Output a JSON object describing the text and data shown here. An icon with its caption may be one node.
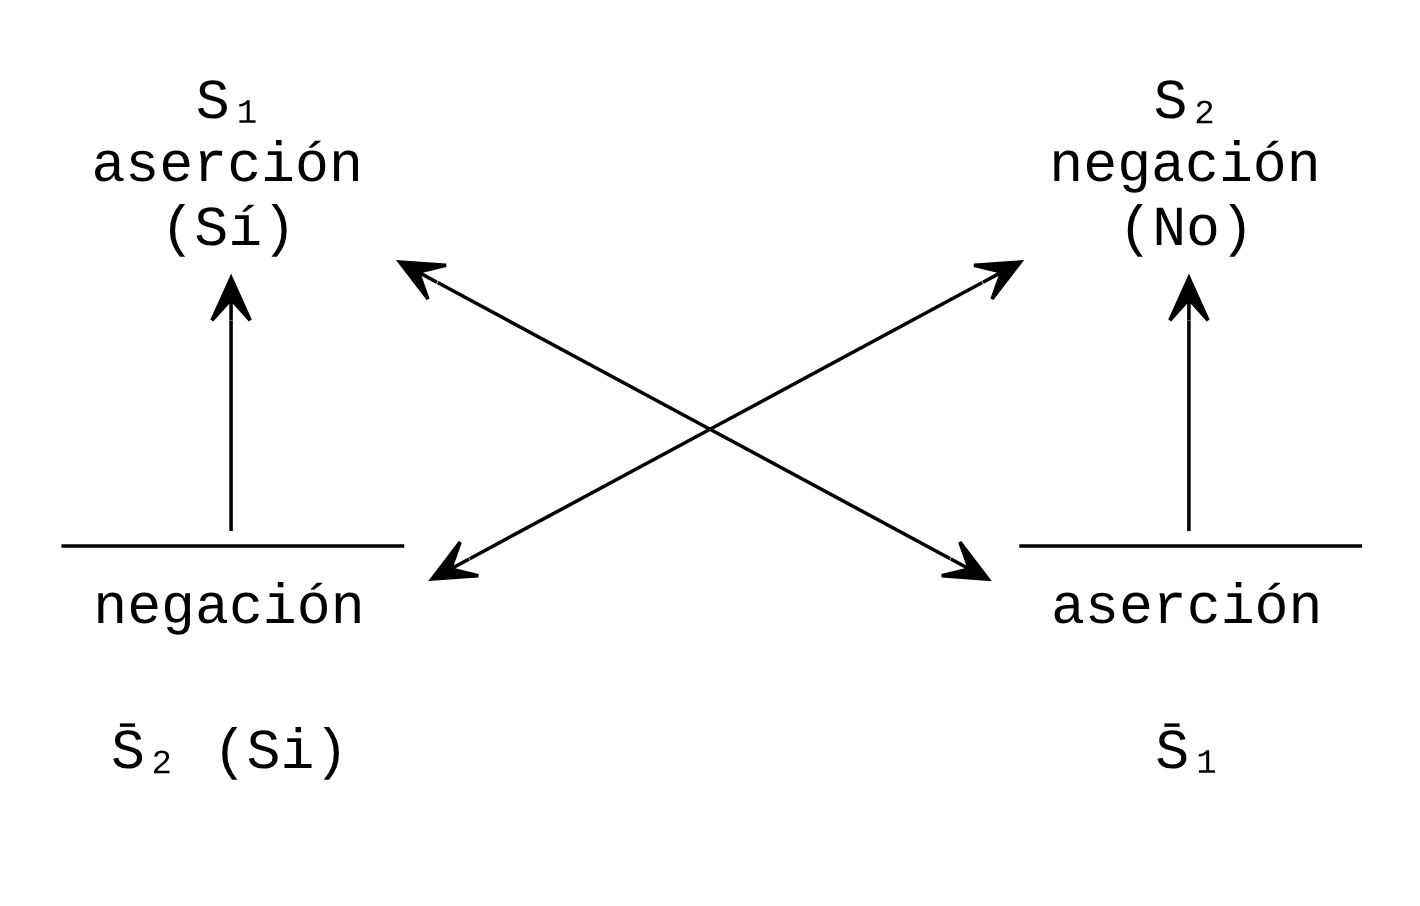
{
  "diagram": {
    "nodes": [
      {
        "text": [
          "S₁",
          "aserción",
          "(Sí)"
        ]
      },
      {
        "text": [
          "S₂",
          "negación",
          "(No)"
        ]
      },
      {
        "text": [
          "negación",
          "S̄₂ (Si)"
        ]
      },
      {
        "text": [
          "aserción",
          "S̄₁"
        ]
      }
    ],
    "edges": [
      {
        "from": 2,
        "to": 0,
        "arrow": "to"
      },
      {
        "from": 3,
        "to": 1,
        "arrow": "to"
      },
      {
        "from": 0,
        "to": 3,
        "arrow": "both"
      },
      {
        "from": 1,
        "to": 2,
        "arrow": "both"
      }
    ]
  }
}
